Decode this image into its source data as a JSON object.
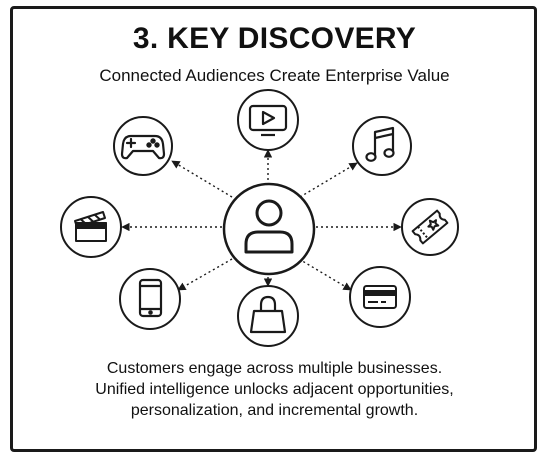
{
  "header": {
    "title": "3. KEY DISCOVERY",
    "subtitle": "Connected Audiences Create Enterprise Value"
  },
  "diagram": {
    "center": {
      "icon": "person-icon"
    },
    "nodes": [
      {
        "id": "tv",
        "icon": "tv-play-icon"
      },
      {
        "id": "music",
        "icon": "music-note-icon"
      },
      {
        "id": "ticket",
        "icon": "ticket-icon"
      },
      {
        "id": "card",
        "icon": "credit-card-icon"
      },
      {
        "id": "bag",
        "icon": "shopping-bag-icon"
      },
      {
        "id": "phone",
        "icon": "smartphone-icon"
      },
      {
        "id": "clapper",
        "icon": "clapperboard-icon"
      },
      {
        "id": "gamepad",
        "icon": "gamepad-icon"
      }
    ],
    "colors": {
      "stroke": "#1a1a1a",
      "background": "#ffffff"
    }
  },
  "caption": {
    "lines": [
      "Customers engage across multiple businesses.",
      "Unified intelligence unlocks adjacent opportunities,",
      "personalization, and incremental growth."
    ]
  }
}
